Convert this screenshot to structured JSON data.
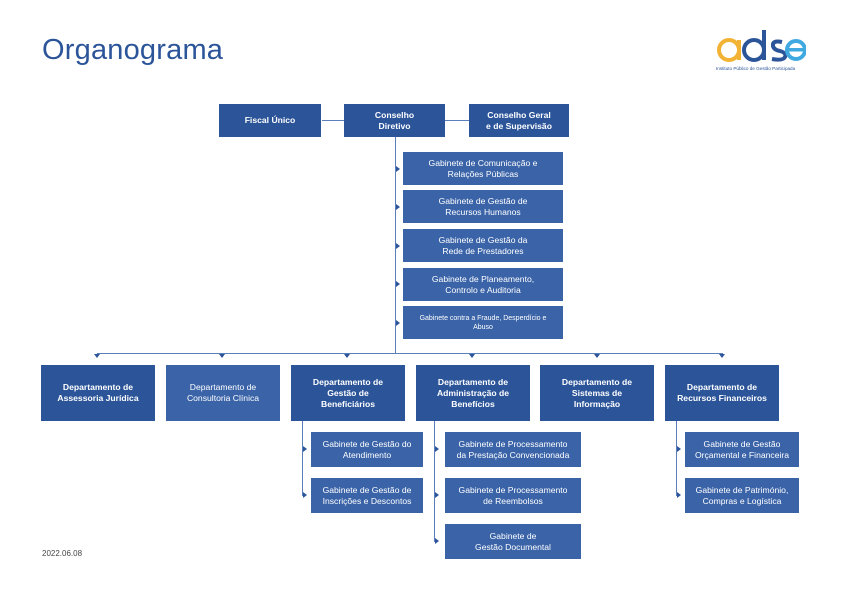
{
  "title": "Organograma",
  "logo": {
    "text": "adse",
    "subtitle": "Instituto Público de Gestão Participada",
    "colors": {
      "a": "#F2B233",
      "d": "#2B5499",
      "s": "#2B5499",
      "e": "#3FA9E0"
    }
  },
  "date": "2022.06.08",
  "colors": {
    "box": "#2B5499",
    "line": "#5B7FBA"
  },
  "top": {
    "fiscal": "Fiscal Único",
    "conselho_l1": "Conselho",
    "conselho_l2": "Diretivo",
    "geral_l1": "Conselho Geral",
    "geral_l2": "e de Supervisão"
  },
  "gabinetes": [
    {
      "l1": "Gabinete de Comunicação e",
      "l2": "Relações Públicas"
    },
    {
      "l1": "Gabinete de Gestão de",
      "l2": "Recursos Humanos"
    },
    {
      "l1": "Gabinete de Gestão da",
      "l2": "Rede de Prestadores"
    },
    {
      "l1": "Gabinete de Planeamento,",
      "l2": "Controlo e Auditoria"
    },
    {
      "l1": "Gabinete contra a Fraude, Desperdício e",
      "l2": "Abuso"
    }
  ],
  "departamentos": [
    {
      "l1": "Departamento de",
      "l2": "Assessoria Jurídica",
      "l3": ""
    },
    {
      "l1": "Departamento de",
      "l2": "Consultoria Clínica",
      "l3": ""
    },
    {
      "l1": "Departamento de",
      "l2": "Gestão de",
      "l3": "Beneficiários"
    },
    {
      "l1": "Departamento de",
      "l2": "Administração de",
      "l3": "Benefícios"
    },
    {
      "l1": "Departamento de",
      "l2": "Sistemas de",
      "l3": "Informação"
    },
    {
      "l1": "Departamento de",
      "l2": "Recursos Financeiros",
      "l3": ""
    }
  ],
  "sub_beneficiarios": [
    {
      "l1": "Gabinete de Gestão do",
      "l2": "Atendimento"
    },
    {
      "l1": "Gabinete de Gestão de",
      "l2": "Inscrições e Descontos"
    }
  ],
  "sub_beneficios": [
    {
      "l1": "Gabinete de Processamento",
      "l2": "da Prestação Convencionada"
    },
    {
      "l1": "Gabinete de Processamento",
      "l2": "de Reembolsos"
    },
    {
      "l1": "Gabinete de",
      "l2": "Gestão Documental"
    }
  ],
  "sub_financeiros": [
    {
      "l1": "Gabinete de Gestão",
      "l2": "Orçamental e Financeira"
    },
    {
      "l1": "Gabinete de Património,",
      "l2": "Compras e Logística"
    }
  ]
}
